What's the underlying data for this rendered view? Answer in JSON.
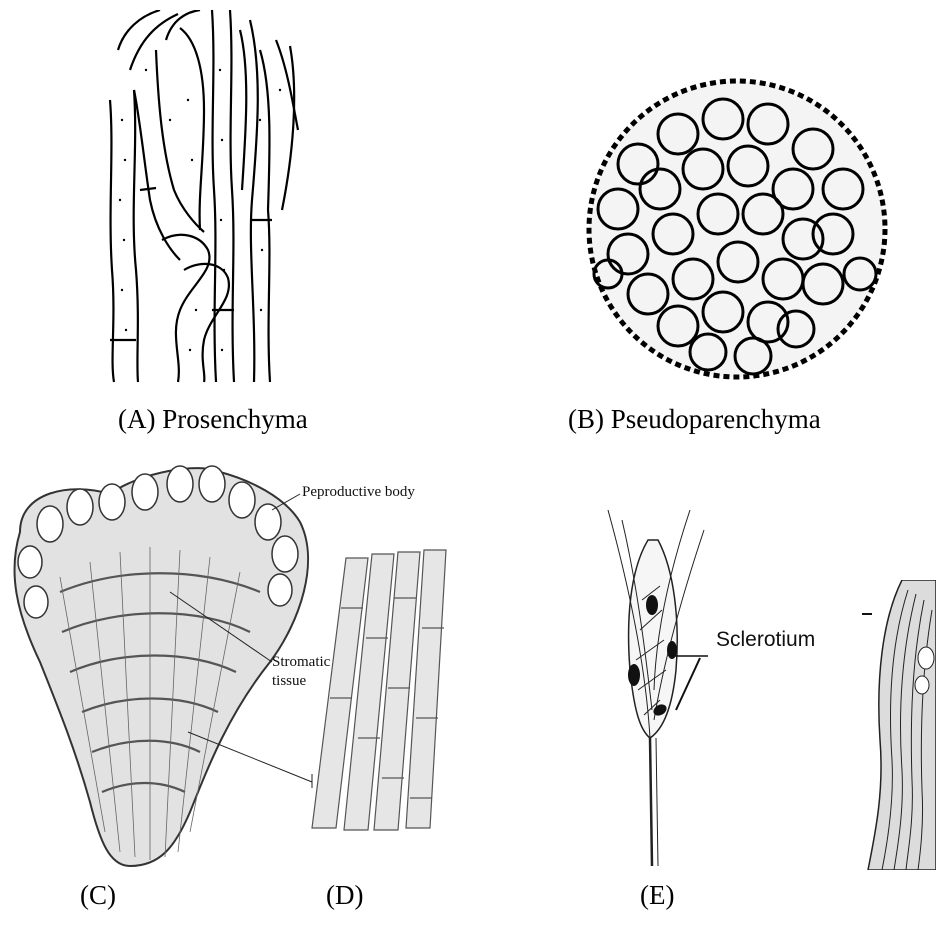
{
  "captions": {
    "a": "(A) Prosenchyma",
    "b": "(B) Pseudoparenchyma",
    "c": "(C)",
    "d": "(D)",
    "e": "(E)"
  },
  "labels": {
    "reproductive_body": "Peproductive body",
    "stromatic_line1": "Stromatic",
    "stromatic_line2": "tissue",
    "sclerotium": "Sclerotium"
  }
}
